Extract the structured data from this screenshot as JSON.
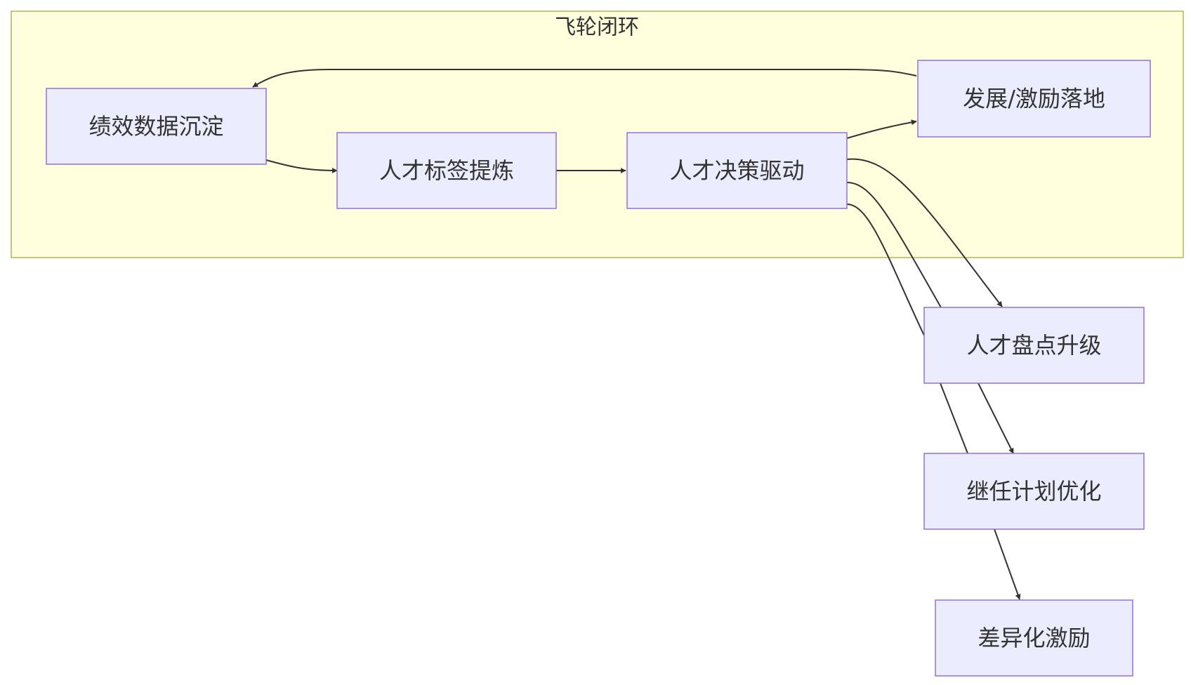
{
  "cluster": {
    "label": "飞轮闭环"
  },
  "nodes": {
    "n1": "绩效数据沉淀",
    "n2": "人才标签提炼",
    "n3": "人才决策驱动",
    "n4": "发展/激励落地",
    "n5": "人才盘点升级",
    "n6": "继任计划优化",
    "n7": "差异化激励"
  }
}
